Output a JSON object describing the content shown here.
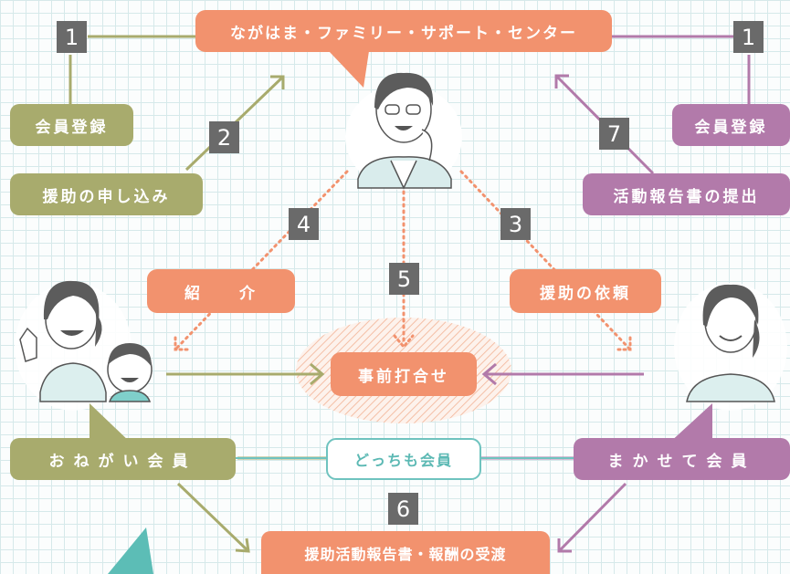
{
  "center": {
    "title": "ながはま・ファミリー・サポート・センター"
  },
  "steps": {
    "n1a": "1",
    "n1b": "1",
    "n2": "2",
    "n3": "3",
    "n4": "4",
    "n5": "5",
    "n6": "6",
    "n7": "7"
  },
  "left": {
    "register": "会員登録",
    "apply": "援助の申し込み",
    "member": "おねがい会員"
  },
  "right": {
    "register": "会員登録",
    "report": "活動報告書の提出",
    "member": "まかせて会員"
  },
  "middle": {
    "intro": "紹　　介",
    "request": "援助の依頼",
    "meeting": "事前打合せ",
    "both": "どっちも会員",
    "settle": "援助活動報告書・報酬の受渡"
  },
  "colors": {
    "green": "#a8ab6d",
    "purple": "#b27aaa",
    "orange": "#f2926e",
    "teal": "#6fc3bf",
    "grid": "#d6e9ea"
  }
}
